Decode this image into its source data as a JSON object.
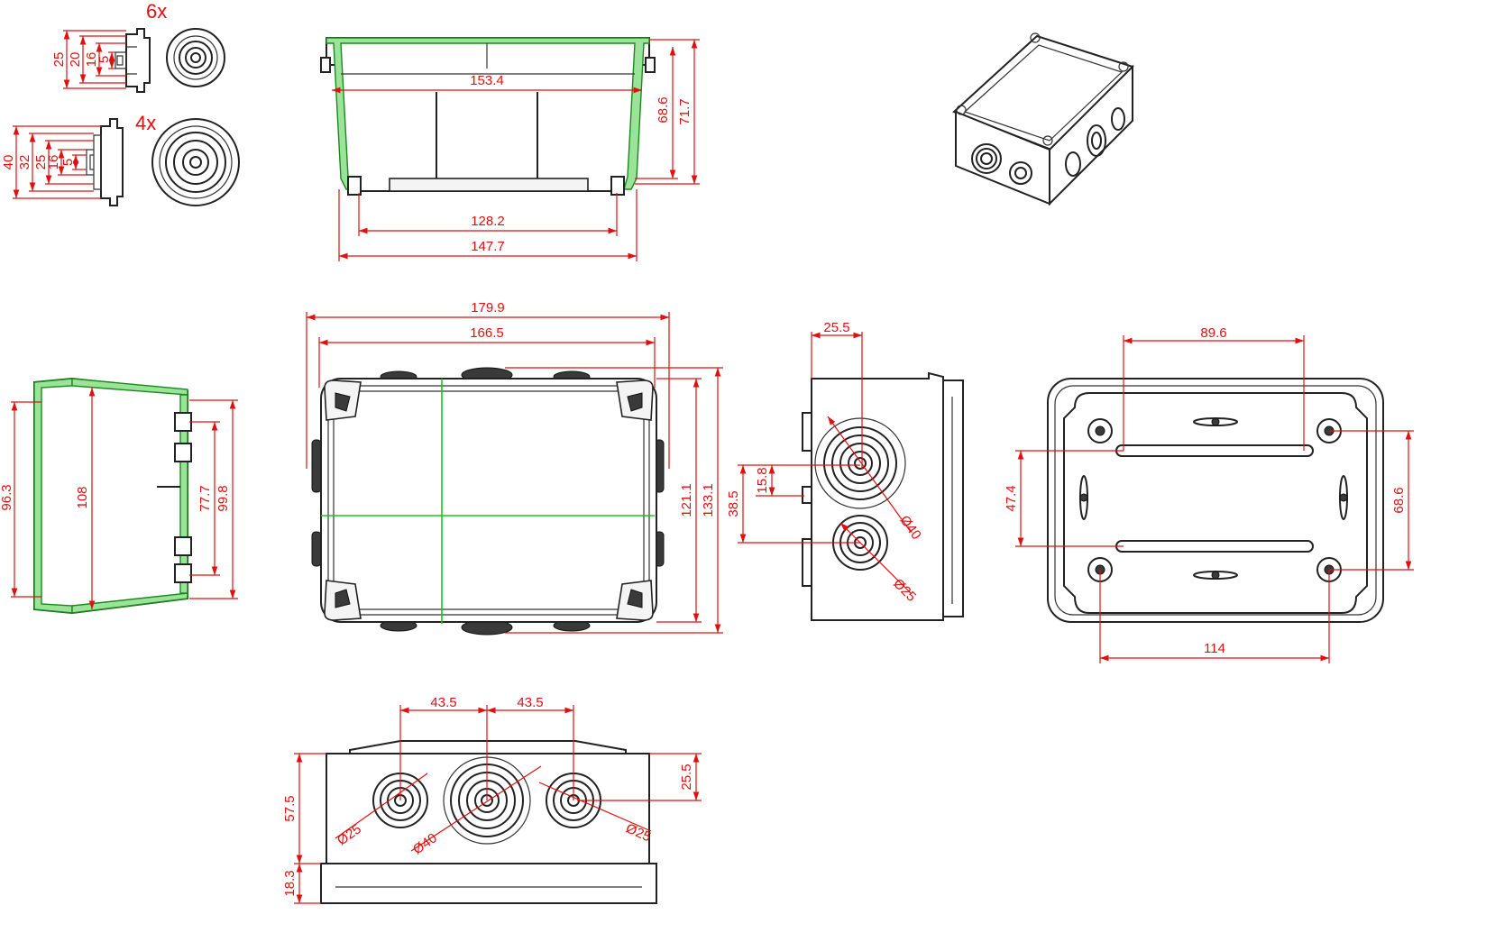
{
  "grommets": {
    "small": {
      "qty": "6x",
      "dims": [
        "25",
        "20",
        "16",
        "5"
      ]
    },
    "large": {
      "qty": "4x",
      "dims": [
        "40",
        "32",
        "25",
        "16",
        "5"
      ]
    }
  },
  "section_view": {
    "dims": [
      "153.4",
      "68.6",
      "71.7",
      "128.2",
      "147.7"
    ]
  },
  "side_section": {
    "dims": [
      "96.3",
      "108",
      "77.7",
      "99.8"
    ]
  },
  "top_view": {
    "dims": [
      "179.9",
      "166.5",
      "121.1",
      "133.1"
    ]
  },
  "end_view": {
    "dims": [
      "25.5",
      "15.8",
      "38.5"
    ],
    "diameters": [
      "Ø40",
      "Ø25"
    ]
  },
  "bottom_view": {
    "dims": [
      "89.6",
      "47.4",
      "68.6",
      "114"
    ]
  },
  "front_view": {
    "dims": [
      "43.5",
      "43.5",
      "25.5",
      "57.5",
      "18.3"
    ],
    "diameters": [
      "Ø25",
      "Ø40",
      "Ø25"
    ]
  }
}
